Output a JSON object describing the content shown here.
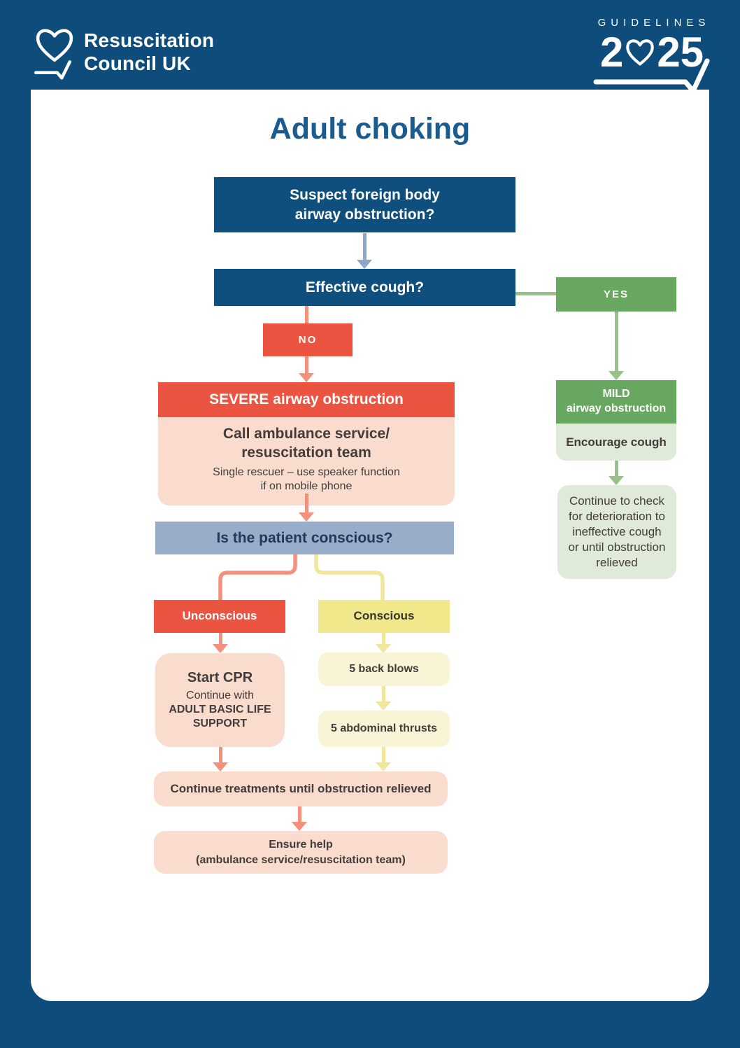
{
  "header": {
    "brand_line1": "Resuscitation",
    "brand_line2": "Council UK",
    "guidelines_label": "GUIDELINES",
    "year_left": "2",
    "year_right": "25"
  },
  "title": "Adult choking",
  "flow": {
    "suspect1": "Suspect foreign body",
    "suspect2": "airway obstruction?",
    "effective": "Effective cough?",
    "yes": "YES",
    "no": "NO",
    "severe_header": "SEVERE airway obstruction",
    "severe_bold1": "Call ambulance service/",
    "severe_bold2": "resuscitation team",
    "severe_sub1": "Single rescuer – use speaker function",
    "severe_sub2": "if on mobile phone",
    "conscious_q": "Is the patient conscious?",
    "unconscious": "Unconscious",
    "conscious": "Conscious",
    "cpr_title": "Start CPR",
    "cpr_sub1": "Continue with",
    "cpr_sub2": "ADULT BASIC LIFE",
    "cpr_sub3": "SUPPORT",
    "back_blows": "5 back blows",
    "abdominal": "5 abdominal thrusts",
    "continue_treatments": "Continue treatments until obstruction relieved",
    "ensure1": "Ensure help",
    "ensure2": "(ambulance service/resuscitation team)",
    "mild1": "MILD",
    "mild2": "airway obstruction",
    "encourage": "Encourage cough",
    "continue_check": "Continue to check for deterioration to ineffective cough or until obstruction relieved"
  },
  "colors": {
    "page_bg": "#0e4d7b",
    "panel": "#ffffff",
    "navy_box": "#0f4f7d",
    "title_blue": "#1a5c90",
    "green": "#68a75f",
    "green_light": "#dfead9",
    "green_arrow": "#98c089",
    "red": "#ea5441",
    "salmon_arrow": "#f4907b",
    "pink": "#fadcce",
    "blue_gray": "#97adca",
    "blue_arrow": "#8ba7c7",
    "yellow": "#f1e88b",
    "yellow_light": "#f8f4d5",
    "yellow_arrow": "#f0e69c",
    "text_dark": "#423c3a",
    "text_navy": "#20395a"
  }
}
